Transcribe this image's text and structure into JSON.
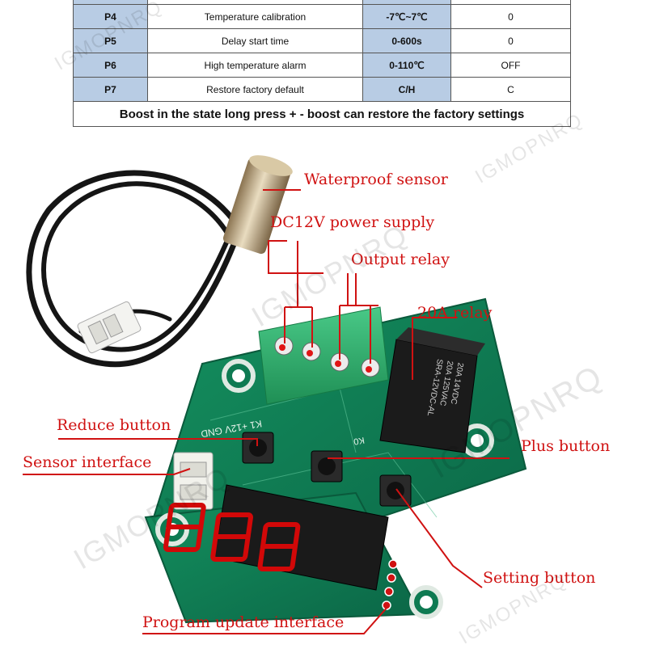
{
  "table": {
    "rows": [
      {
        "code": "P4",
        "description": "Temperature calibration",
        "range": "-7℃~7℃",
        "default": "0"
      },
      {
        "code": "P5",
        "description": "Delay start time",
        "range": "0-600s",
        "default": "0"
      },
      {
        "code": "P6",
        "description": "High temperature alarm",
        "range": "0-110℃",
        "default": "OFF"
      },
      {
        "code": "P7",
        "description": "Restore factory default",
        "range": "C/H",
        "default": "C"
      }
    ],
    "footer": "Boost in the state long press + - boost can restore the factory settings"
  },
  "callouts": {
    "waterproof_sensor": "Waterproof sensor",
    "power_supply": "DC12V power supply",
    "output_relay": "Output relay",
    "relay_20a": "20A relay",
    "reduce_button": "Reduce button",
    "plus_button": "Plus button",
    "sensor_interface": "Sensor interface",
    "setting_button": "Setting button",
    "program_update": "Program update interface"
  },
  "board": {
    "terminal_labels": "K1 +12V GND",
    "relay_marking_lines": [
      "20A 14VDC",
      "20A 125VAC",
      "SRA-12VDC-AL"
    ],
    "led_label": "K0"
  },
  "watermark": "IGMOPNRQ",
  "colors": {
    "callout": "#d01212",
    "table_accent": "#b8cce4",
    "pcb": "#0e7a52",
    "terminal": "#2fb36e",
    "relay": "#1b1b1b",
    "display": "#c40000"
  }
}
